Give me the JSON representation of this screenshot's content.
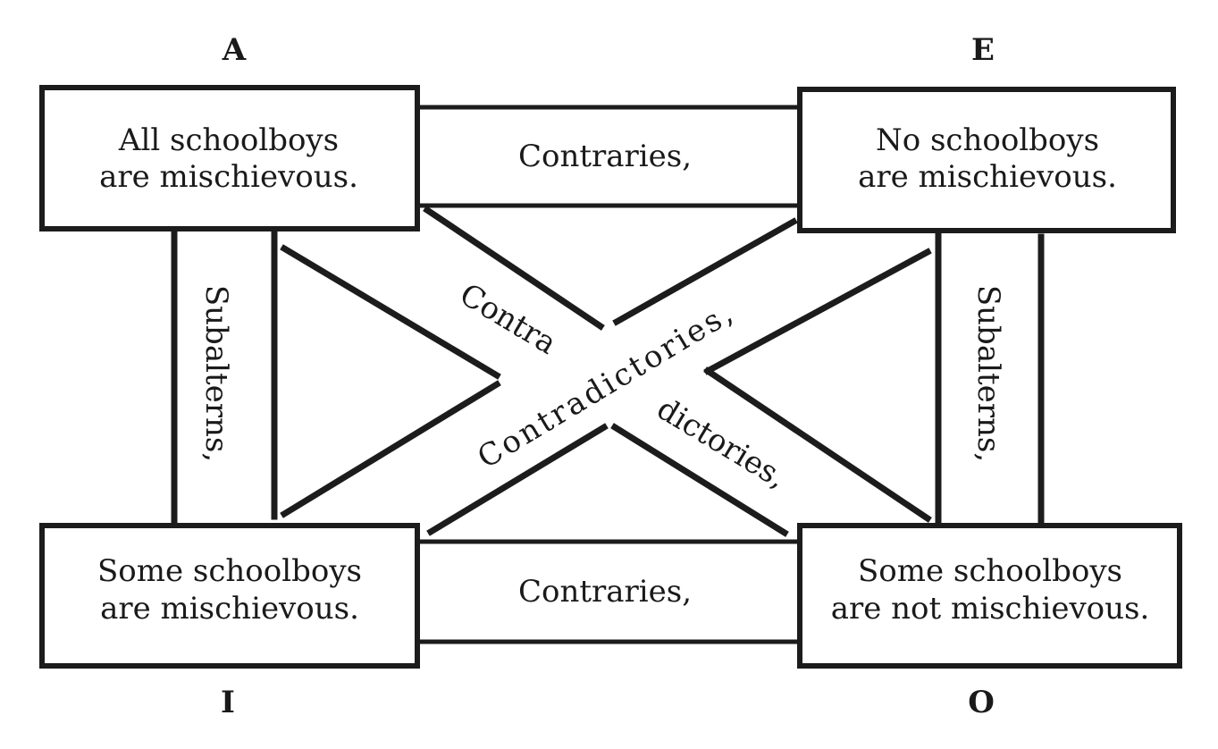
{
  "corners": {
    "a": "A",
    "e": "E",
    "i": "I",
    "o": "O"
  },
  "propositions": {
    "a": [
      "All schoolboys",
      "are mischievous."
    ],
    "e": [
      "No schoolboys",
      "are mischievous."
    ],
    "i": [
      "Some schoolboys",
      "are mischievous."
    ],
    "o": [
      "Some schoolboys",
      "are not mischievous."
    ]
  },
  "relations": {
    "contraries_top": "Contraries,",
    "contraries_bottom": "Contraries,",
    "subalterns_left": "Subalterns,",
    "subalterns_right": "Subalterns,",
    "contradictories_main": "Contradictories,",
    "contradictories_upper": "Contra",
    "contradictories_lower": "dictories,"
  }
}
